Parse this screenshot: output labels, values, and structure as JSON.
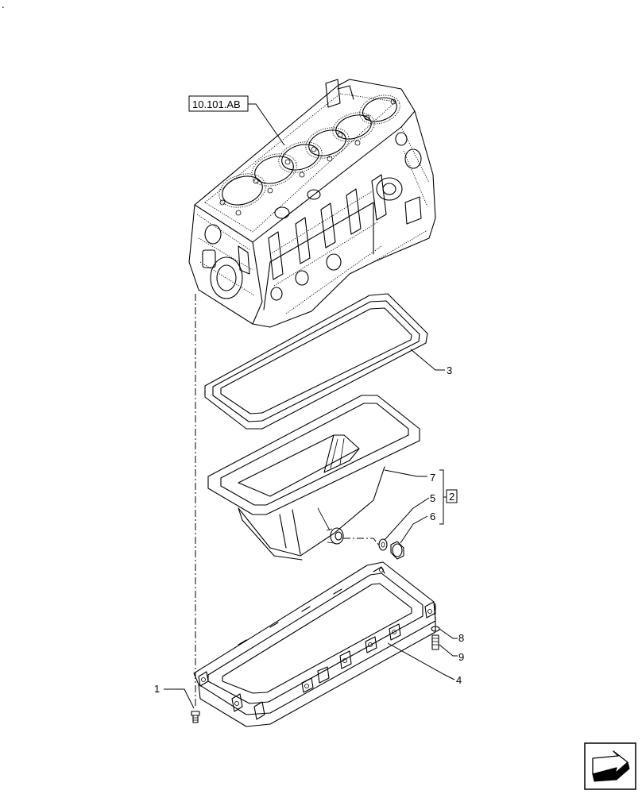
{
  "corner_mark": ".",
  "reference": "10.101.AB",
  "group_badge": "2",
  "callouts": {
    "c1": "1",
    "c3": "3",
    "c4": "4",
    "c5": "5",
    "c6": "6",
    "c7": "7",
    "c8": "8",
    "c9": "9"
  },
  "nav_icon": "next-page-arrow-icon"
}
